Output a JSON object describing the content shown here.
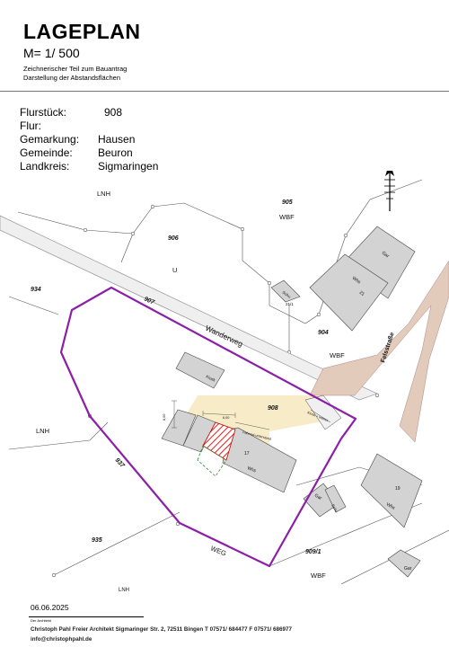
{
  "header": {
    "title": "LAGEPLAN",
    "scale": "M= 1/ 500",
    "subtitle1": "Zeichnerischer Teil zum Bauantrag",
    "subtitle2": "Darstellung der Abstandsflächen"
  },
  "info": {
    "flurstueck_label": "Flurstück:",
    "flurstueck_value": "908",
    "flur_label": "Flur:",
    "flur_value": "",
    "gemarkung_label": "Gemarkung:",
    "gemarkung_value": "Hausen",
    "gemeinde_label": "Gemeinde:",
    "gemeinde_value": "Beuron",
    "landkreis_label": "Landkreis:",
    "landkreis_value": "Sigmaringen"
  },
  "map": {
    "lnh_top": "LNH",
    "lnh_left": "LNH",
    "lnh_bottom": "LNH",
    "p905": "905",
    "wbf_905": "WBF",
    "p906": "906",
    "u_906": "U",
    "p934": "934",
    "p907": "907",
    "wanderweg": "Wanderweg",
    "p904": "904",
    "wbf_904": "WBF",
    "felsstrasse": "Felsstraße",
    "gar_top": "Gar",
    "whs_21": "Whs",
    "num_21": "21",
    "schu_top": "Schu",
    "num_21_1": "21/1",
    "kiosk": "Kiosk",
    "p908": "908",
    "dim_left": "8,00",
    "dim_top": "6,00",
    "fahrradunterstand": "Fahrrad-unterstand",
    "kiosk_small": "Kiosk + Imbiss",
    "num_17": "17",
    "whs_17": "Whs",
    "p937": "937",
    "gar_mid": "Gar",
    "schu_mid": "Schu",
    "num_19": "19",
    "whs_19": "Whs",
    "p935": "935",
    "weg": "WEG",
    "p909_1": "909/1",
    "wbf_909": "WBF",
    "gar_bottom": "Gar"
  },
  "footer": {
    "date": "06.06.2025",
    "sig_caption": "Der Architekt",
    "address": "Christoph Pahl  Freier Architekt  Sigmaringer Str. 2, 72511 Bingen T 07571/ 684477  F 07571/ 686977",
    "email": "info@christophpahl.de"
  },
  "colors": {
    "boundary": "#8b1fa8",
    "street_fill": "#e3cbbb",
    "plot_fill": "#f8ecc8",
    "building_fill": "#d3d3d3",
    "new_building_hatch": "#d83030",
    "setback": "#2e8b2e"
  }
}
